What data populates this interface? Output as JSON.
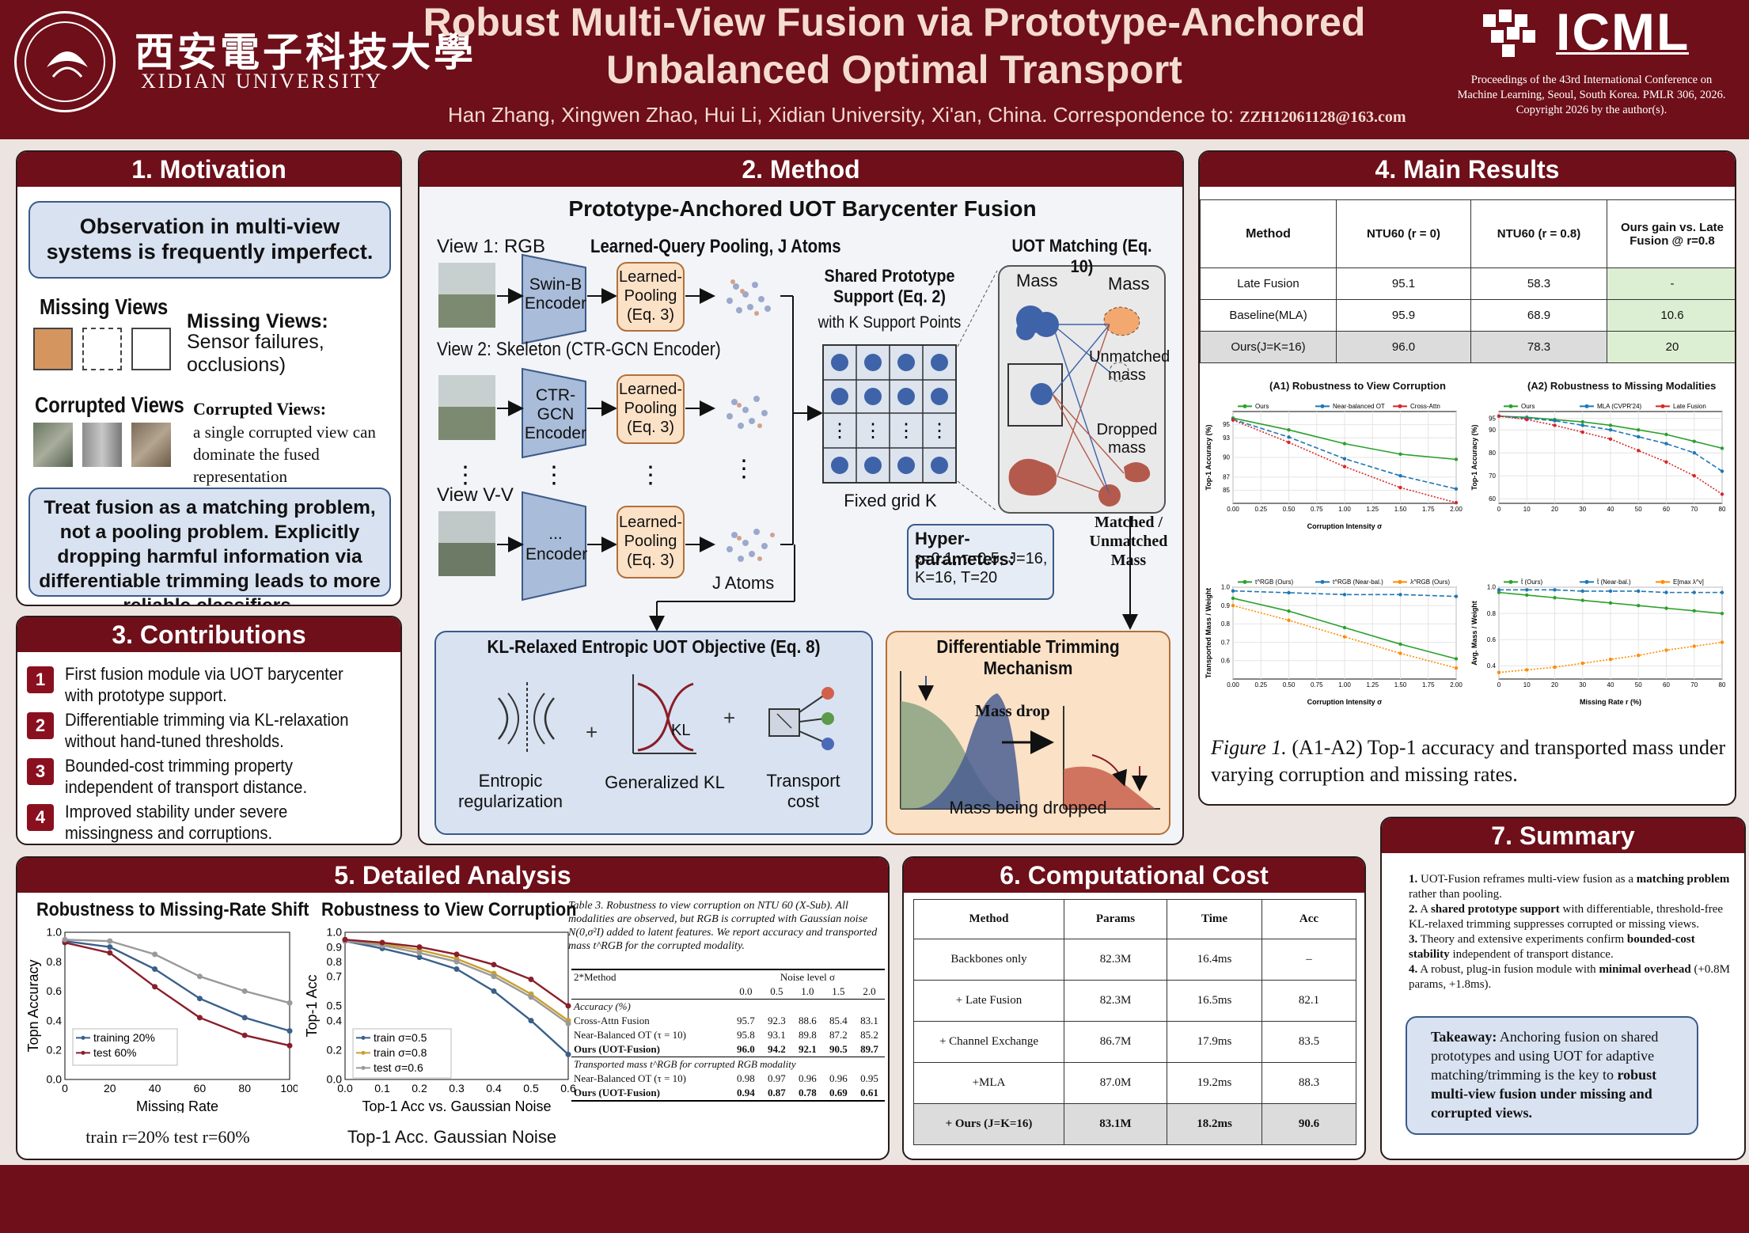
{
  "header": {
    "title_line1": "Robust Multi-View Fusion via Prototype-Anchored",
    "title_line2": "Unbalanced Optimal Transport",
    "authors": "Han Zhang, Xingwen Zhao, Hui Li, Xidian University, Xi'an, China. Correspondence to:",
    "email": "ZZH12061128@163.com",
    "uni_cn": "西安電子科技大學",
    "uni_en": "XIDIAN UNIVERSITY",
    "conf": "ICML",
    "proceedings": "Proceedings of the 43rd International Conference on Machine Learning, Seoul, South Korea. PMLR 306, 2026. Copyright 2026 by the author(s)."
  },
  "motivation": {
    "title": "1. Motivation",
    "observation": "Observation in multi-view systems is frequently imperfect.",
    "missing_label": "Missing Views",
    "missing_head": "Missing Views:",
    "missing_desc": "Sensor failures, occlusions)",
    "corrupt_label": "Corrupted Views",
    "corrupt_head": "Corrupted Views:",
    "corrupt_desc": "a single corrupted view can dominate the fused representation",
    "treat": "Treat fusion as a matching problem, not a pooling problem. Explicitly dropping harmful information via differentiable trimming leads to more reliable classifiers."
  },
  "contributions": {
    "title": "3. Contributions",
    "items": [
      {
        "n": "1",
        "text": "First fusion module via UOT barycenter with prototype support."
      },
      {
        "n": "2",
        "text": "Differentiable trimming via KL-relaxation without hand-tuned thresholds."
      },
      {
        "n": "3",
        "text": "Bounded-cost trimming property independent of transport distance."
      },
      {
        "n": "4",
        "text": "Improved stability under severe missingness and corruptions."
      }
    ]
  },
  "method": {
    "title": "2. Method",
    "subtitle": "Prototype-Anchored UOT Barycenter Fusion",
    "view1": "View 1: RGB",
    "view2": "View 2: Skeleton (CTR-GCN Encoder)",
    "viewv": "View V-V",
    "lqp": "Learned-Query Pooling, J Atoms",
    "enc1": "Swin-B Encoder",
    "enc2": "CTR-GCN Encoder",
    "enc3": "... Encoder",
    "pool": "Learned-Pooling (Eq. 3)",
    "j_atoms": "J Atoms",
    "shared": "Shared Prototype Support (Eq. 2)",
    "shared_sub": "with K Support Points",
    "fixed_grid": "Fixed grid K",
    "uot_match": "UOT Matching (Eq. 10)",
    "mass": "Mass",
    "unmatched": "Unmatched mass",
    "dropped": "Dropped mass",
    "matched": "Matched / Unmatched Mass",
    "hyper_title": "Hyper-parameters:",
    "hyper": "ε=0.1, τ=0.5, J=16, K=16, T=20",
    "kl_title": "KL-Relaxed Entropic UOT Objective (Eq. 8)",
    "entropic": "Entropic regularization",
    "genkl": "Generalized KL",
    "kl": "KL",
    "tcost": "Transport cost",
    "plus": "+",
    "trim_title": "Differentiable Trimming Mechanism",
    "mass_drop": "Mass drop",
    "being_dropped": "Mass being dropped"
  },
  "results": {
    "title": "4. Main Results",
    "headers": [
      "Method",
      "NTU60 (r = 0)",
      "NTU60 (r = 0.8)",
      "Ours gain vs. Late Fusion @ r=0.8"
    ],
    "rows": [
      [
        "Late Fusion",
        "95.1",
        "58.3",
        "-"
      ],
      [
        "Baseline(MLA)",
        "95.9",
        "68.9",
        "10.6"
      ],
      [
        "Ours(J=K=16)",
        "96.0",
        "78.3",
        "20"
      ]
    ],
    "a1_title": "(A1) Robustness to View Corruption",
    "a2_title": "(A2) Robustness to Missing Modalities",
    "caption_lead": "Figure 1.",
    "caption": "(A1-A2) Top-1 accuracy and transported mass under varying corruption and missing rates."
  },
  "summary": {
    "title": "7. Summary",
    "items": [
      {
        "n": "1.",
        "pre": "UOT-Fusion reframes multi-view fusion as a ",
        "bold": "matching problem",
        "post": " rather than pooling."
      },
      {
        "n": "2.",
        "pre": "A ",
        "bold": "shared prototype support",
        "post": " with differentiable, threshold-free KL-relaxed trimming suppresses corrupted or missing views."
      },
      {
        "n": "3.",
        "pre": "Theory and extensive experiments confirm ",
        "bold": "bounded-cost stability",
        "post": " independent of transport distance."
      },
      {
        "n": "4.",
        "pre": "A robust, plug-in fusion module with ",
        "bold": "minimal overhead",
        "post": " (+0.8M params, +1.8ms)."
      }
    ],
    "takeaway_head": "Takeaway:",
    "takeaway_pre": "Anchoring fusion on shared prototypes and using UOT for adaptive matching/trimming is the key to ",
    "takeaway_bold": "robust multi-view fusion under missing and corrupted views."
  },
  "analysis": {
    "title": "5. Detailed Analysis",
    "c1_title": "Robustness to Missing-Rate Shift",
    "c1_caption": "train r=20%  test r=60%",
    "c2_title": "Robustness to View Corruption",
    "c2_caption": "Top-1 Acc. Gaussian Noise",
    "table_caption": "Table 3. Robustness to view corruption on NTU 60 (X-Sub). All modalities are observed, but RGB is corrupted with Gaussian noise N(0,σ²I) added to latent features. We report accuracy and transported mass t^RGB for the corrupted modality.",
    "t_method": "2*Method",
    "t_noise": "Noise level σ",
    "t_levels": [
      "0.0",
      "0.5",
      "1.0",
      "1.5",
      "2.0"
    ],
    "t_acc": "Accuracy (%)",
    "t_acc_rows": [
      {
        "name": "Cross-Attn Fusion",
        "v": [
          "95.7",
          "92.3",
          "88.6",
          "85.4",
          "83.1"
        ]
      },
      {
        "name": "Near-Balanced OT (τ = 10)",
        "v": [
          "95.8",
          "93.1",
          "89.8",
          "87.2",
          "85.2"
        ]
      },
      {
        "name": "Ours (UOT-Fusion)",
        "v": [
          "96.0",
          "94.2",
          "92.1",
          "90.5",
          "89.7"
        ]
      }
    ],
    "t_mass": "Transported mass t^RGB for corrupted RGB modality",
    "t_mass_rows": [
      {
        "name": "Near-Balanced OT (τ = 10)",
        "v": [
          "0.98",
          "0.97",
          "0.96",
          "0.96",
          "0.95"
        ]
      },
      {
        "name": "Ours (UOT-Fusion)",
        "v": [
          "0.94",
          "0.87",
          "0.78",
          "0.69",
          "0.61"
        ]
      }
    ]
  },
  "cost": {
    "title": "6. Computational Cost",
    "headers": [
      "Method",
      "Params",
      "Time",
      "Acc"
    ],
    "rows": [
      [
        "Backbones only",
        "82.3M",
        "16.4ms",
        "–"
      ],
      [
        "+ Late Fusion",
        "82.3M",
        "16.5ms",
        "82.1"
      ],
      [
        "+ Channel Exchange",
        "86.7M",
        "17.9ms",
        "83.5"
      ],
      [
        "+MLA",
        "87.0M",
        "19.2ms",
        "88.3"
      ],
      [
        "+ Ours (J=K=16)",
        "83.1M",
        "18.2ms",
        "90.6"
      ]
    ]
  },
  "chart_data": [
    {
      "type": "line",
      "title": "(A1) Robustness to View Corruption",
      "xlabel": "Corruption Intensity σ",
      "ylabel": "Top-1 Accuracy (%)",
      "x": [
        0,
        0.5,
        1.0,
        1.5,
        2.0
      ],
      "xticks": [
        "0.00",
        "0.25",
        "0.50",
        "0.75",
        "1.00",
        "1.25",
        "1.50",
        "1.75",
        "2.00"
      ],
      "xlim": [
        0,
        2
      ],
      "ylim": [
        83,
        97
      ],
      "yticks": [
        "85",
        "87",
        "90",
        "93",
        "95"
      ],
      "series": [
        {
          "name": "Ours",
          "color": "#2ca02c",
          "values": [
            96.0,
            94.2,
            92.1,
            90.5,
            89.7
          ]
        },
        {
          "name": "Near-balanced OT",
          "color": "#1f77b4",
          "values": [
            95.8,
            93.1,
            89.8,
            87.2,
            85.2
          ]
        },
        {
          "name": "Cross-Attn",
          "color": "#d62728",
          "values": [
            95.7,
            92.3,
            88.6,
            85.4,
            83.1
          ]
        }
      ]
    },
    {
      "type": "line",
      "title": "(A2) Robustness to Missing Modalities",
      "xlabel": "",
      "ylabel": "Top-1 Accuracy (%)",
      "x": [
        0,
        10,
        20,
        30,
        40,
        50,
        60,
        70,
        80
      ],
      "xticks": [
        "0",
        "10",
        "20",
        "30",
        "40",
        "50",
        "60",
        "70",
        "80"
      ],
      "xlim": [
        0,
        80
      ],
      "ylim": [
        58,
        98
      ],
      "yticks": [
        "60",
        "70",
        "80",
        "90",
        "95"
      ],
      "series": [
        {
          "name": "Ours",
          "color": "#2ca02c",
          "values": [
            96,
            95.5,
            94.5,
            93.5,
            92,
            90,
            88,
            85,
            82
          ]
        },
        {
          "name": "MLA (CVPR'24)",
          "color": "#1f77b4",
          "values": [
            96,
            95,
            94,
            92,
            90,
            87,
            84,
            80,
            72
          ]
        },
        {
          "name": "Late Fusion",
          "color": "#d62728",
          "values": [
            96,
            94.5,
            92,
            89,
            86,
            81,
            76,
            70,
            62
          ]
        }
      ]
    },
    {
      "type": "line",
      "title": "",
      "xlabel": "Corruption Intensity σ",
      "ylabel": "Transported Mass / Weight",
      "x": [
        0,
        0.5,
        1.0,
        1.5,
        2.0
      ],
      "xticks": [
        "0.00",
        "0.25",
        "0.50",
        "0.75",
        "1.00",
        "1.25",
        "1.50",
        "1.75",
        "2.00"
      ],
      "xlim": [
        0,
        2
      ],
      "ylim": [
        0.5,
        1.0
      ],
      "yticks": [
        "0.6",
        "0.7",
        "0.8",
        "0.9",
        "1.0"
      ],
      "series": [
        {
          "name": "t^RGB (Ours)",
          "color": "#2ca02c",
          "values": [
            0.94,
            0.87,
            0.78,
            0.69,
            0.61
          ]
        },
        {
          "name": "t^RGB (Near-bal.)",
          "color": "#1f77b4",
          "values": [
            0.98,
            0.97,
            0.96,
            0.96,
            0.95
          ]
        },
        {
          "name": "λ^RGB (Ours)",
          "color": "#ff8c00",
          "values": [
            0.9,
            0.82,
            0.73,
            0.64,
            0.56
          ]
        }
      ]
    },
    {
      "type": "line",
      "title": "",
      "xlabel": "Missing Rate r (%)",
      "ylabel": "Avg. Mass / Weight",
      "x": [
        0,
        10,
        20,
        30,
        40,
        50,
        60,
        70,
        80
      ],
      "xticks": [
        "0",
        "10",
        "20",
        "30",
        "40",
        "50",
        "60",
        "70",
        "80"
      ],
      "xlim": [
        0,
        80
      ],
      "ylim": [
        0.3,
        1.0
      ],
      "yticks": [
        "0.4",
        "0.6",
        "0.8",
        "1.0"
      ],
      "series": [
        {
          "name": "t̄ (Ours)",
          "color": "#2ca02c",
          "values": [
            0.96,
            0.94,
            0.92,
            0.9,
            0.88,
            0.86,
            0.84,
            0.82,
            0.8
          ]
        },
        {
          "name": "t̄ (Near-bal.)",
          "color": "#1f77b4",
          "values": [
            0.98,
            0.98,
            0.98,
            0.97,
            0.97,
            0.97,
            0.96,
            0.96,
            0.96
          ]
        },
        {
          "name": "E[max λ^v]",
          "color": "#ff8c00",
          "values": [
            0.35,
            0.37,
            0.39,
            0.42,
            0.45,
            0.48,
            0.52,
            0.55,
            0.58
          ]
        }
      ]
    },
    {
      "type": "line",
      "title": "Robustness to Missing-Rate Shift",
      "xlabel": "Missing Rate",
      "ylabel": "Topn Accuracy",
      "x": [
        0,
        20,
        40,
        60,
        80,
        100
      ],
      "xticks": [
        "0",
        "20",
        "40",
        "60",
        "80",
        "100"
      ],
      "xlim": [
        0,
        100
      ],
      "ylim": [
        0,
        1.0
      ],
      "yticks": [
        "0.0",
        "0.2",
        "0.4",
        "0.6",
        "0.8",
        "1.0"
      ],
      "series": [
        {
          "name": "training 20%",
          "color": "#3a5f8a",
          "values": [
            0.94,
            0.9,
            0.75,
            0.55,
            0.42,
            0.33
          ]
        },
        {
          "name": "test 60%",
          "color": "#8a1e2a",
          "values": [
            0.93,
            0.86,
            0.63,
            0.42,
            0.3,
            0.23
          ]
        },
        {
          "name": "",
          "color": "#999999",
          "values": [
            0.95,
            0.94,
            0.85,
            0.7,
            0.6,
            0.52
          ]
        }
      ]
    },
    {
      "type": "line",
      "title": "Robustness to View Corruption",
      "xlabel": "Top-1 Acc vs. Gaussian Noise",
      "ylabel": "Top-1 Acc",
      "x": [
        0,
        0.1,
        0.2,
        0.3,
        0.4,
        0.5,
        0.6
      ],
      "xticks": [
        "0.0",
        "0.1",
        "0.2",
        "0.3",
        "0.4",
        "0.5",
        "0.6"
      ],
      "xlim": [
        0,
        0.6
      ],
      "ylim": [
        0,
        1.0
      ],
      "yticks": [
        "0.0",
        "0.2",
        "0.4",
        "0.5",
        "0.7",
        "0.8",
        "0.9",
        "1.0"
      ],
      "series": [
        {
          "name": "train σ=0.5",
          "color": "#3a5f8a",
          "values": [
            0.94,
            0.89,
            0.83,
            0.75,
            0.6,
            0.4,
            0.17
          ]
        },
        {
          "name": "train σ=0.8",
          "color": "#c8a030",
          "values": [
            0.95,
            0.92,
            0.88,
            0.82,
            0.72,
            0.58,
            0.4
          ]
        },
        {
          "name": "test σ=0.6",
          "color": "#999999",
          "values": [
            0.94,
            0.91,
            0.86,
            0.8,
            0.7,
            0.56,
            0.38
          ]
        },
        {
          "name": "",
          "color": "#8a1e2a",
          "values": [
            0.95,
            0.93,
            0.9,
            0.85,
            0.78,
            0.68,
            0.5
          ]
        }
      ]
    }
  ],
  "colors": {
    "brand": "#6e0f19",
    "panel_blue": "#d9e2f1",
    "peach": "#fbe1c6",
    "green_cell": "#dcefd3"
  }
}
